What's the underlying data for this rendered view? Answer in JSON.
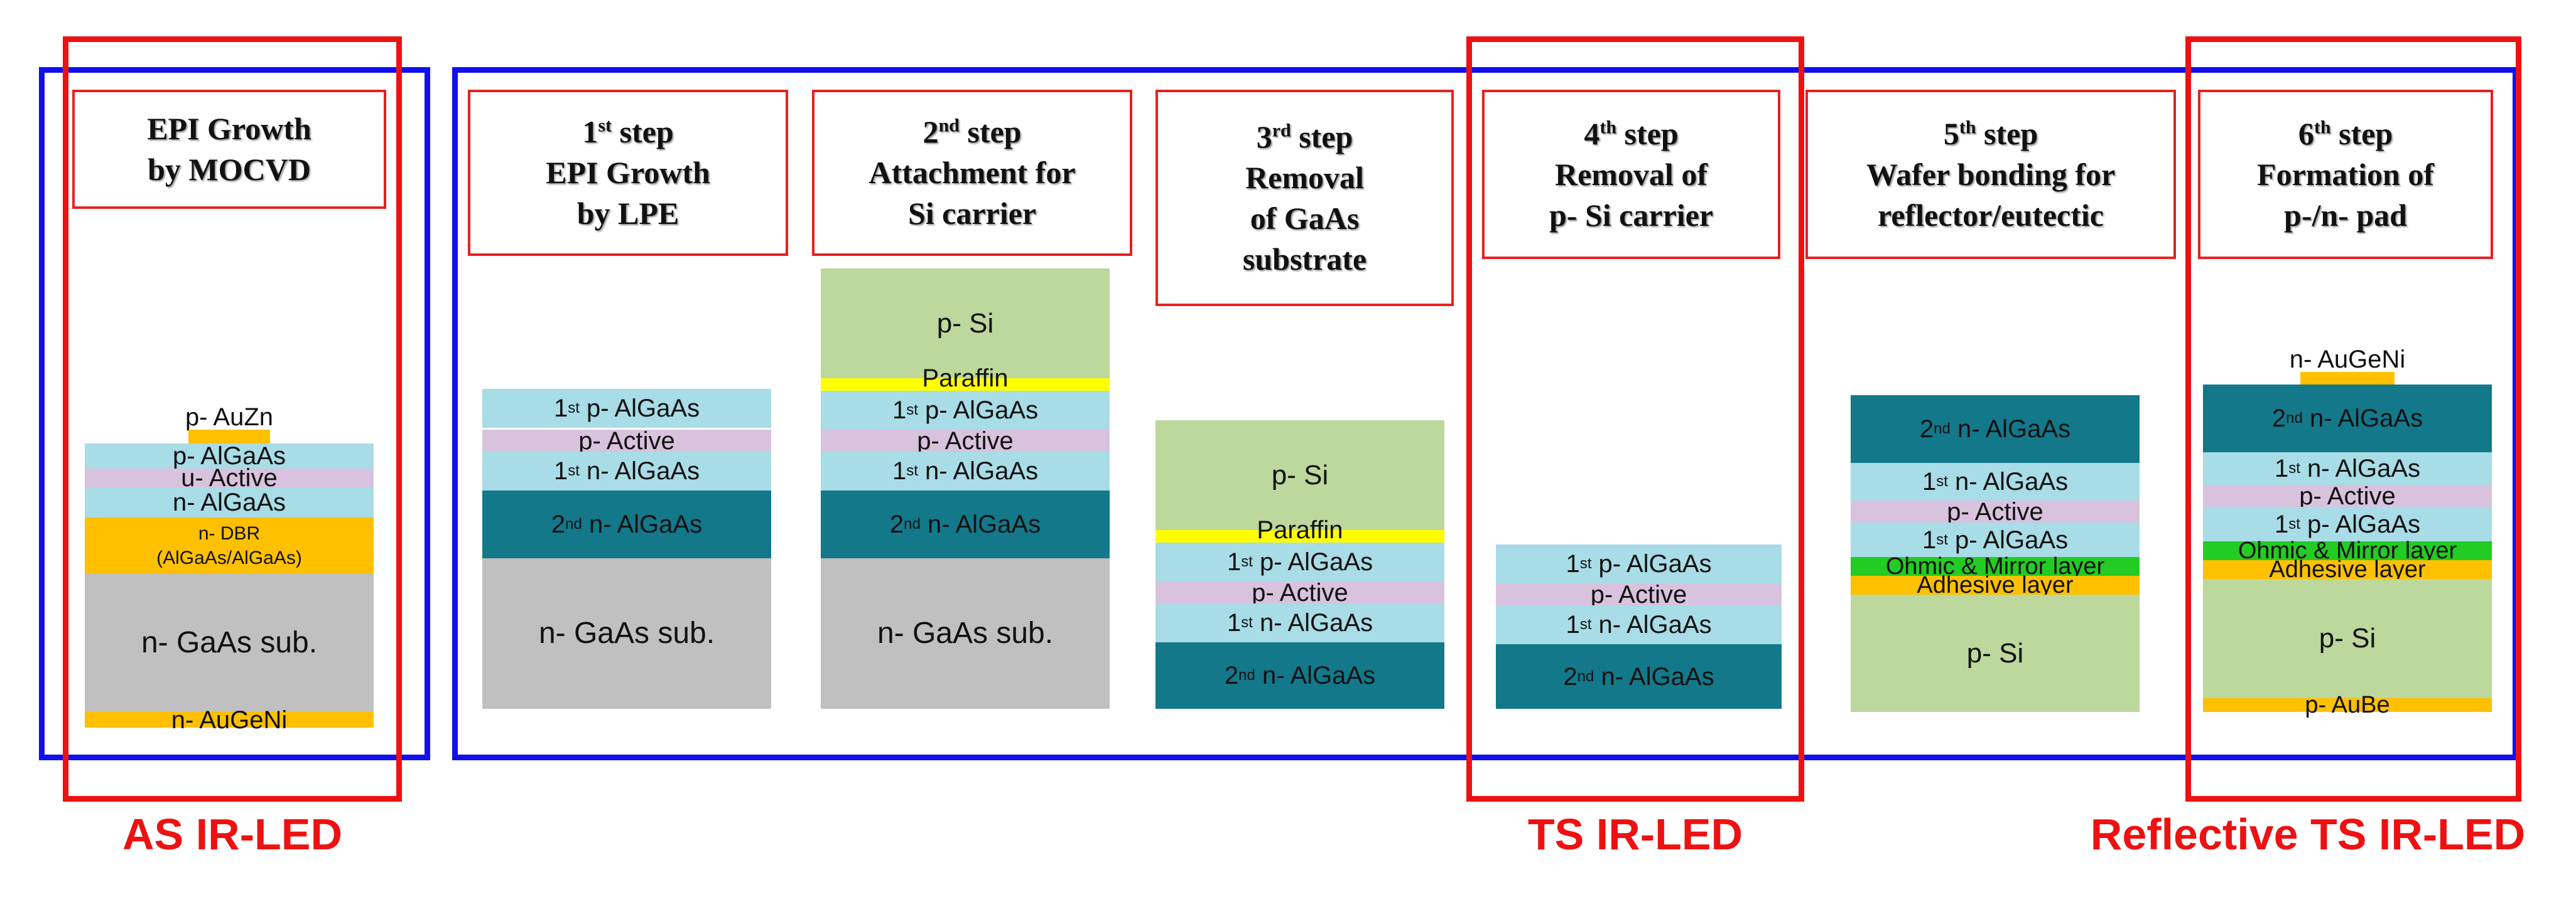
{
  "colors": {
    "frame_blue": "#1010ee",
    "frame_red": "#ee1111",
    "light_blue": "#a8dce6",
    "teal": "#12788a",
    "lavender": "#d8c2de",
    "grey": "#c0c0c0",
    "orange": "#ffc000",
    "yellow": "#ffff00",
    "green_si": "#bcd89c",
    "green_mirror": "#22cc22"
  },
  "panels": [
    {
      "id": "as",
      "header": [
        "EPI Growth",
        "by MOCVD"
      ],
      "layers": [
        {
          "label": "p- AuZn",
          "color": "orange"
        },
        {
          "label": "p- AlGaAs",
          "color": "light_blue"
        },
        {
          "label": "u- Active",
          "color": "lavender"
        },
        {
          "label": "n- AlGaAs",
          "color": "light_blue"
        },
        {
          "label": "n- DBR\n(AlGaAs/AlGaAs)",
          "color": "orange"
        },
        {
          "label": "n- GaAs sub.",
          "color": "grey"
        },
        {
          "label": "n- AuGeNi",
          "color": "orange"
        }
      ]
    },
    {
      "id": "s1",
      "header_sup": "st",
      "header_num": "1",
      "header": [
        "step",
        "EPI Growth",
        "by LPE"
      ],
      "layers": [
        {
          "label": "p- AlGaAs",
          "pre_num": "1",
          "pre_sup": "st",
          "color": "light_blue"
        },
        {
          "label": "p- Active",
          "color": "lavender"
        },
        {
          "label": "n- AlGaAs",
          "pre_num": "1",
          "pre_sup": "st",
          "color": "light_blue"
        },
        {
          "label": "n- AlGaAs",
          "pre_num": "2",
          "pre_sup": "nd",
          "color": "teal"
        },
        {
          "label": "n- GaAs sub.",
          "color": "grey"
        }
      ]
    },
    {
      "id": "s2",
      "header_num": "2",
      "header_sup": "nd",
      "header": [
        "step",
        "Attachment for",
        "Si carrier"
      ],
      "layers": [
        {
          "label": "p- Si",
          "color": "green_si"
        },
        {
          "label": "Paraffin",
          "color": "yellow"
        },
        {
          "label": "p- AlGaAs",
          "pre_num": "1",
          "pre_sup": "st",
          "color": "light_blue"
        },
        {
          "label": "p- Active",
          "color": "lavender"
        },
        {
          "label": "n- AlGaAs",
          "pre_num": "1",
          "pre_sup": "st",
          "color": "light_blue"
        },
        {
          "label": "n- AlGaAs",
          "pre_num": "2",
          "pre_sup": "nd",
          "color": "teal"
        },
        {
          "label": "n- GaAs sub.",
          "color": "grey"
        }
      ]
    },
    {
      "id": "s3",
      "header_num": "3",
      "header_sup": "rd",
      "header": [
        "step",
        "Removal",
        "of GaAs",
        "substrate"
      ],
      "layers": [
        {
          "label": "p- Si",
          "color": "green_si"
        },
        {
          "label": "Paraffin",
          "color": "yellow"
        },
        {
          "label": "p- AlGaAs",
          "pre_num": "1",
          "pre_sup": "st",
          "color": "light_blue"
        },
        {
          "label": "p- Active",
          "color": "lavender"
        },
        {
          "label": "n- AlGaAs",
          "pre_num": "1",
          "pre_sup": "st",
          "color": "light_blue"
        },
        {
          "label": "n- AlGaAs",
          "pre_num": "2",
          "pre_sup": "nd",
          "color": "teal"
        }
      ]
    },
    {
      "id": "s4",
      "header_num": "4",
      "header_sup": "th",
      "header": [
        "step",
        "Removal of",
        "p- Si carrier"
      ],
      "layers": [
        {
          "label": "p- AlGaAs",
          "pre_num": "1",
          "pre_sup": "st",
          "color": "light_blue"
        },
        {
          "label": "p- Active",
          "color": "lavender"
        },
        {
          "label": "n- AlGaAs",
          "pre_num": "1",
          "pre_sup": "st",
          "color": "light_blue"
        },
        {
          "label": "n- AlGaAs",
          "pre_num": "2",
          "pre_sup": "nd",
          "color": "teal"
        }
      ]
    },
    {
      "id": "s5",
      "header_num": "5",
      "header_sup": "th",
      "header": [
        "step",
        "Wafer bonding for",
        "reflector/eutectic"
      ],
      "layers": [
        {
          "label": "n- AlGaAs",
          "pre_num": "2",
          "pre_sup": "nd",
          "color": "teal"
        },
        {
          "label": "n- AlGaAs",
          "pre_num": "1",
          "pre_sup": "st",
          "color": "light_blue"
        },
        {
          "label": "p- Active",
          "color": "lavender"
        },
        {
          "label": "p- AlGaAs",
          "pre_num": "1",
          "pre_sup": "st",
          "color": "light_blue"
        },
        {
          "label": "Ohmic & Mirror layer",
          "color": "green_mirror"
        },
        {
          "label": "Adhesive layer",
          "color": "orange"
        },
        {
          "label": "p- Si",
          "color": "green_si"
        }
      ]
    },
    {
      "id": "s6",
      "header_num": "6",
      "header_sup": "th",
      "header": [
        "step",
        "Formation of",
        "p-/n- pad"
      ],
      "layers": [
        {
          "label": "n- AuGeNi",
          "color": "orange"
        },
        {
          "label": "n- AlGaAs",
          "pre_num": "2",
          "pre_sup": "nd",
          "color": "teal"
        },
        {
          "label": "n- AlGaAs",
          "pre_num": "1",
          "pre_sup": "st",
          "color": "light_blue"
        },
        {
          "label": "p- Active",
          "color": "lavender"
        },
        {
          "label": "p- AlGaAs",
          "pre_num": "1",
          "pre_sup": "st",
          "color": "light_blue"
        },
        {
          "label": "Ohmic & Mirror layer",
          "color": "green_mirror"
        },
        {
          "label": "Adhesive layer",
          "color": "orange"
        },
        {
          "label": "p- Si",
          "color": "green_si"
        },
        {
          "label": "p- AuBe",
          "color": "orange"
        }
      ]
    }
  ],
  "bottom_labels": {
    "as": "AS IR-LED",
    "ts": "TS IR-LED",
    "reflective": "Reflective  TS IR-LED"
  }
}
